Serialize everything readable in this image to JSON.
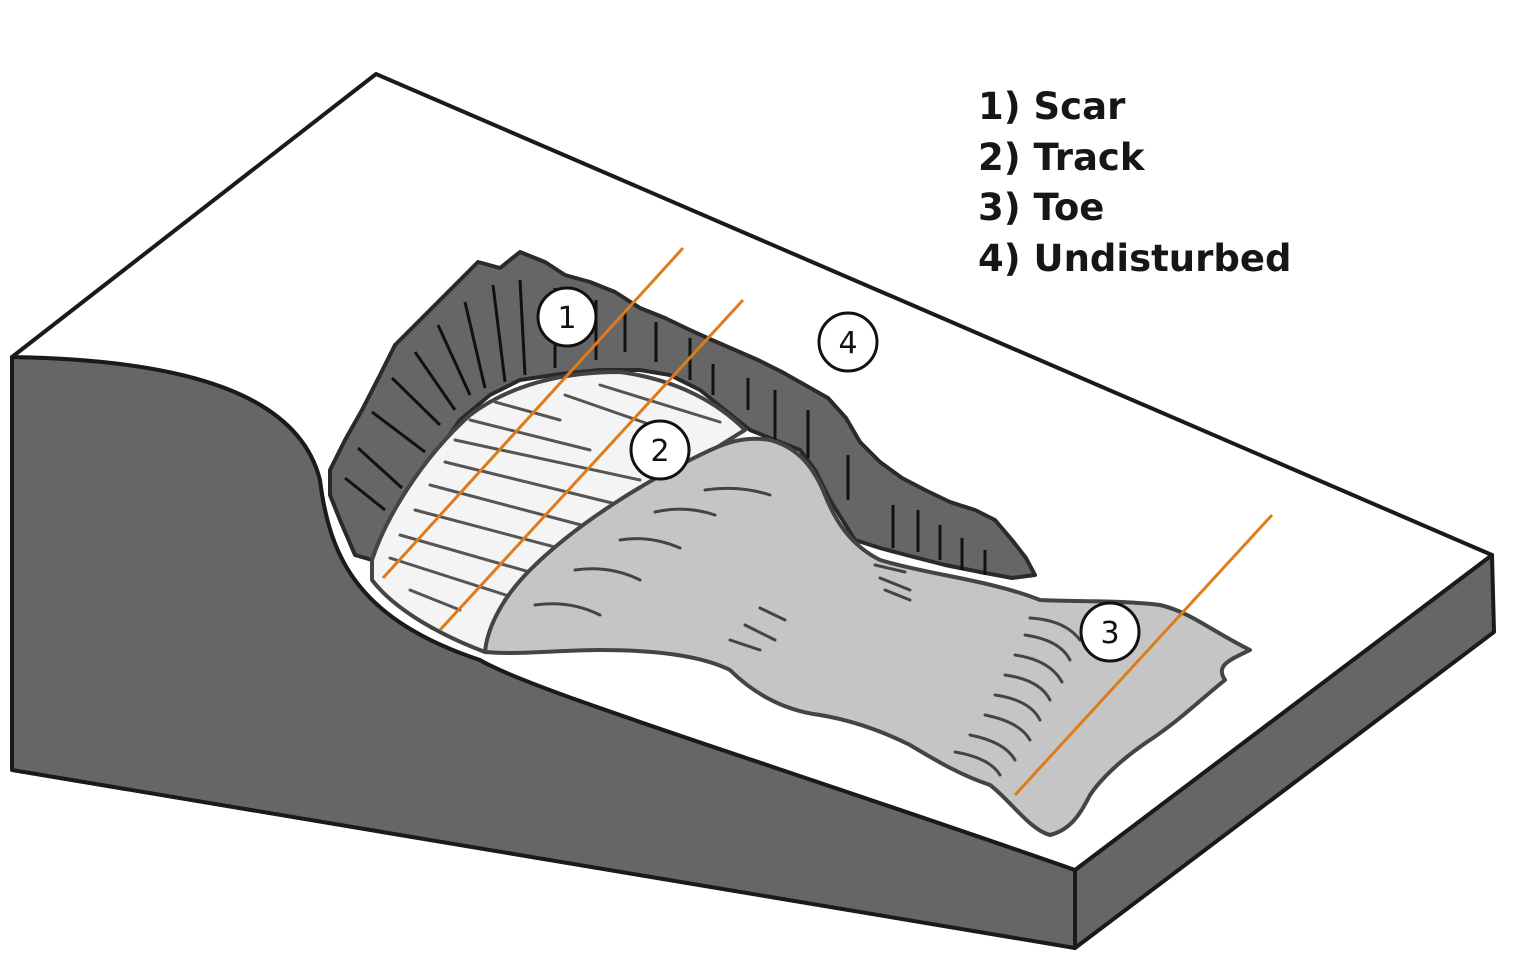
{
  "legend": {
    "items": [
      "1) Scar",
      "2) Track",
      "3) Toe",
      "4) Undisturbed"
    ]
  },
  "markers": {
    "scar": "1",
    "track": "2",
    "toe": "3",
    "undisturbed": "4"
  },
  "colors": {
    "block_side": "#666666",
    "block_top": "#ffffff",
    "scar_face": "#666666",
    "track_surface": "#f4f4f4",
    "toe_deposit": "#c5c5c5",
    "section_lines": "#e07b1a",
    "outline": "#1a1a1a"
  }
}
